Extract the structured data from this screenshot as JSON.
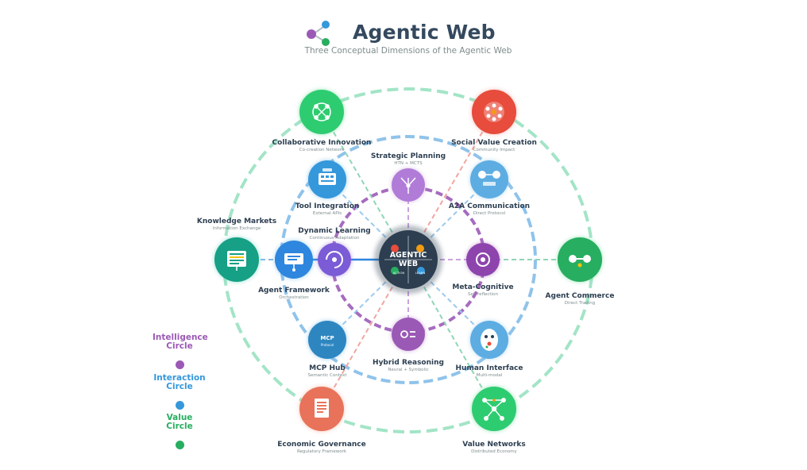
{
  "header": {
    "title": "Agentic Web",
    "subtitle": "Three Conceptual Dimensions of the Agentic Web"
  },
  "center": {
    "line1": "AGENTIC",
    "line2": "WEB",
    "q1": "",
    "q2": "",
    "q3": "ACTION",
    "q4": "LEARN"
  },
  "legend": [
    {
      "label_line1": "Intelligence",
      "label_line2": "Circle",
      "color": "#9b59b6"
    },
    {
      "label_line1": "Interaction",
      "label_line2": "Circle",
      "color": "#3498db"
    },
    {
      "label_line1": "Value",
      "label_line2": "Circle",
      "color": "#27ae60"
    }
  ],
  "colors": {
    "intelligence": "#9b59b6",
    "interaction": "#3498db",
    "value": "#2ecc71",
    "center": "#2c3e50",
    "title": "#34495e",
    "red": "#e74c3c",
    "teal": "#16a085",
    "orange": "#e8735a"
  },
  "nodes": {
    "strategic_planning": {
      "title": "Strategic Planning",
      "subtitle": "HTN + MCTS",
      "icon": "branch-icon",
      "color": "#a569d8"
    },
    "dynamic_learning": {
      "title": "Dynamic Learning",
      "subtitle": "Continuous Adaptation",
      "icon": "learning-cycle-icon",
      "color": "#7d55d8"
    },
    "meta_cognitive": {
      "title": "Meta-Cognitive",
      "subtitle": "Self-reflection",
      "icon": "target-icon",
      "color": "#8e44ad"
    },
    "hybrid_reasoning": {
      "title": "Hybrid Reasoning",
      "subtitle": "Neural + Symbolic",
      "icon": "neural-symbolic-icon",
      "color": "#9b59b6"
    },
    "tool_integration": {
      "title": "Tool Integration",
      "subtitle": "External APIs",
      "icon": "toolbox-icon",
      "color": "#3498db"
    },
    "a2a_communication": {
      "title": "A2A Communication",
      "subtitle": "Direct Protocol",
      "icon": "agent-to-agent-icon",
      "color": "#5dade2"
    },
    "agent_framework": {
      "title": "Agent Framework",
      "subtitle": "Orchestration",
      "icon": "framework-icon",
      "color": "#2e86de"
    },
    "mcp_hub": {
      "title": "MCP Hub",
      "subtitle": "Semantic Context",
      "icon": "mcp-protocol-icon",
      "color": "#2e86c1",
      "badge_line1": "MCP",
      "badge_line2": "Protocol"
    },
    "human_interface": {
      "title": "Human Interface",
      "subtitle": "Multi-modal",
      "icon": "face-icon",
      "color": "#5dade2"
    },
    "collaborative_innovation": {
      "title": "Collaborative Innovation",
      "subtitle": "Co-creation Network",
      "icon": "network-icon",
      "color": "#2ecc71"
    },
    "social_value_creation": {
      "title": "Social Value Creation",
      "subtitle": "Community Impact",
      "icon": "community-icon",
      "color": "#e74c3c"
    },
    "knowledge_markets": {
      "title": "Knowledge Markets",
      "subtitle": "Information Exchange",
      "icon": "market-board-icon",
      "color": "#16a085"
    },
    "agent_commerce": {
      "title": "Agent Commerce",
      "subtitle": "Direct Trading",
      "icon": "trading-icon",
      "color": "#27ae60"
    },
    "economic_governance": {
      "title": "Economic Governance",
      "subtitle": "Regulatory Framework",
      "icon": "document-icon",
      "color": "#e8735a"
    },
    "value_networks": {
      "title": "Value Networks",
      "subtitle": "Distributed Economy",
      "icon": "value-network-icon",
      "color": "#2ecc71"
    }
  }
}
